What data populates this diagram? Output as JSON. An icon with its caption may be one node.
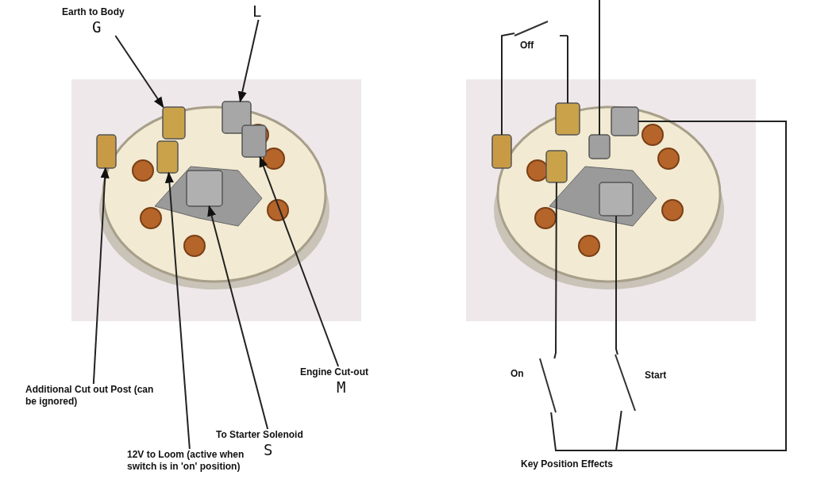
{
  "diagram": {
    "nodes": [
      {
        "text": [
          "Earth to Body",
          "G"
        ]
      },
      {
        "text": [
          "L"
        ]
      },
      {
        "text": [],
        "shape": "box"
      },
      {
        "text": [],
        "shape": "box"
      },
      {
        "text": [],
        "shape": "box"
      },
      {
        "text": [],
        "shape": "box"
      },
      {
        "text": [],
        "shape": "box"
      },
      {
        "text": [],
        "shape": "box"
      },
      {
        "text": [
          "Engine Cut-out",
          "M"
        ]
      },
      {
        "text": [
          "Additional Cut out Post (can be ignored)"
        ]
      },
      {
        "text": [
          "To Starter Solenoid",
          "S"
        ]
      },
      {
        "text": [
          "12V to Loom (active when switch is in 'on' position)"
        ]
      },
      {
        "text": [],
        "shape": "switch",
        "beside": [
          "Off"
        ]
      },
      {
        "text": [],
        "shape": "box"
      },
      {
        "text": [],
        "shape": "box"
      },
      {
        "text": [],
        "shape": "box"
      },
      {
        "text": [],
        "shape": "box"
      },
      {
        "text": [],
        "shape": "box"
      },
      {
        "text": [],
        "shape": "box"
      },
      {
        "text": [],
        "shape": "switch",
        "beside": [
          "On"
        ]
      },
      {
        "text": [],
        "shape": "switch",
        "beside": [
          "Start"
        ]
      }
    ],
    "edges": [
      {
        "from": 0,
        "to": 2,
        "arrow": "to"
      },
      {
        "from": 1,
        "to": 3,
        "arrow": "to"
      },
      {
        "from": 9,
        "to": 4,
        "arrow": "to"
      },
      {
        "from": 11,
        "to": 5,
        "arrow": "to"
      },
      {
        "from": 10,
        "to": 6,
        "arrow": "to"
      },
      {
        "from": 8,
        "to": 7,
        "arrow": "to"
      },
      {
        "from": 13,
        "to": 12,
        "arrow": "none"
      },
      {
        "from": 12,
        "to": 14,
        "arrow": "none"
      },
      {
        "from": null,
        "to": 16,
        "arrow": "none"
      },
      {
        "from": 17,
        "to": 19,
        "arrow": "none"
      },
      {
        "from": 18,
        "to": 20,
        "arrow": "none"
      },
      {
        "from": 19,
        "to": 15,
        "arrow": "none"
      },
      {
        "from": 20,
        "to": 15,
        "arrow": "none"
      }
    ],
    "labels": [
      "Key Position Effects"
    ]
  }
}
